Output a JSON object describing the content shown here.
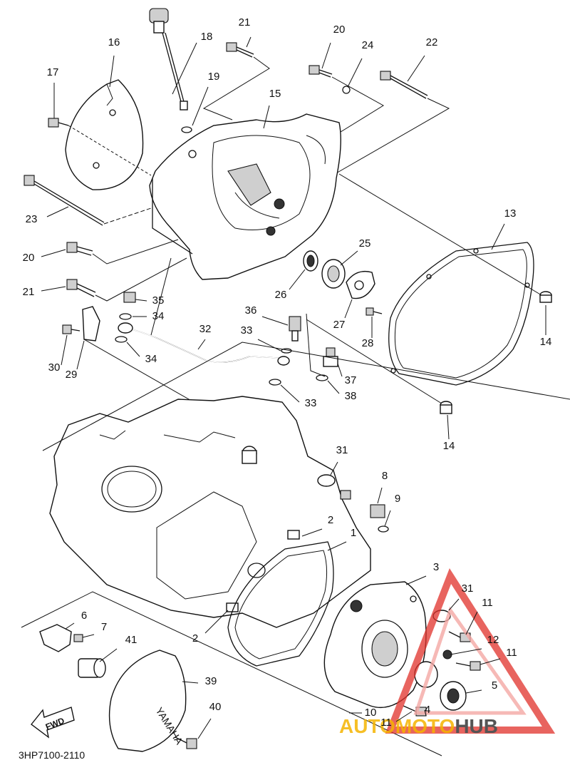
{
  "diagram": {
    "part_code": "3HP7100-2110",
    "forward_label": "FWD",
    "cover_lettering": "YAMAHA",
    "labels": [
      {
        "id": "l21a",
        "text": "21"
      },
      {
        "id": "l20a",
        "text": "20"
      },
      {
        "id": "l24",
        "text": "24"
      },
      {
        "id": "l22",
        "text": "22"
      },
      {
        "id": "l18",
        "text": "18"
      },
      {
        "id": "l16",
        "text": "16"
      },
      {
        "id": "l17",
        "text": "17"
      },
      {
        "id": "l19",
        "text": "19"
      },
      {
        "id": "l15",
        "text": "15"
      },
      {
        "id": "l23",
        "text": "23"
      },
      {
        "id": "l13",
        "text": "13"
      },
      {
        "id": "l25",
        "text": "25"
      },
      {
        "id": "l20b",
        "text": "20"
      },
      {
        "id": "l26",
        "text": "26"
      },
      {
        "id": "l21b",
        "text": "21"
      },
      {
        "id": "l35",
        "text": "35"
      },
      {
        "id": "l34a",
        "text": "34"
      },
      {
        "id": "l27",
        "text": "27"
      },
      {
        "id": "l28",
        "text": "28"
      },
      {
        "id": "l36",
        "text": "36"
      },
      {
        "id": "l14a",
        "text": "14"
      },
      {
        "id": "l32",
        "text": "32"
      },
      {
        "id": "l33a",
        "text": "33"
      },
      {
        "id": "l34b",
        "text": "34"
      },
      {
        "id": "l30",
        "text": "30"
      },
      {
        "id": "l29",
        "text": "29"
      },
      {
        "id": "l37",
        "text": "37"
      },
      {
        "id": "l38",
        "text": "38"
      },
      {
        "id": "l33b",
        "text": "33"
      },
      {
        "id": "l14b",
        "text": "14"
      },
      {
        "id": "l31a",
        "text": "31"
      },
      {
        "id": "l8",
        "text": "8"
      },
      {
        "id": "l9",
        "text": "9"
      },
      {
        "id": "l2a",
        "text": "2"
      },
      {
        "id": "l1",
        "text": "1"
      },
      {
        "id": "l3",
        "text": "3"
      },
      {
        "id": "l31b",
        "text": "31"
      },
      {
        "id": "l11a",
        "text": "11"
      },
      {
        "id": "l6",
        "text": "6"
      },
      {
        "id": "l2b",
        "text": "2"
      },
      {
        "id": "l7",
        "text": "7"
      },
      {
        "id": "l12",
        "text": "12"
      },
      {
        "id": "l11b",
        "text": "11"
      },
      {
        "id": "l41",
        "text": "41"
      },
      {
        "id": "l39",
        "text": "39"
      },
      {
        "id": "l5",
        "text": "5"
      },
      {
        "id": "l40",
        "text": "40"
      },
      {
        "id": "l10",
        "text": "10"
      },
      {
        "id": "l11c",
        "text": "11"
      },
      {
        "id": "l4",
        "text": "4"
      }
    ]
  },
  "watermark": {
    "brand_part1": "AUTOMOTO",
    "brand_part2": "HUB",
    "color_primary": "#e0302a",
    "color_secondary": "#f4a8a4",
    "color_accent": "#f5b400",
    "color_dark": "#555555"
  }
}
